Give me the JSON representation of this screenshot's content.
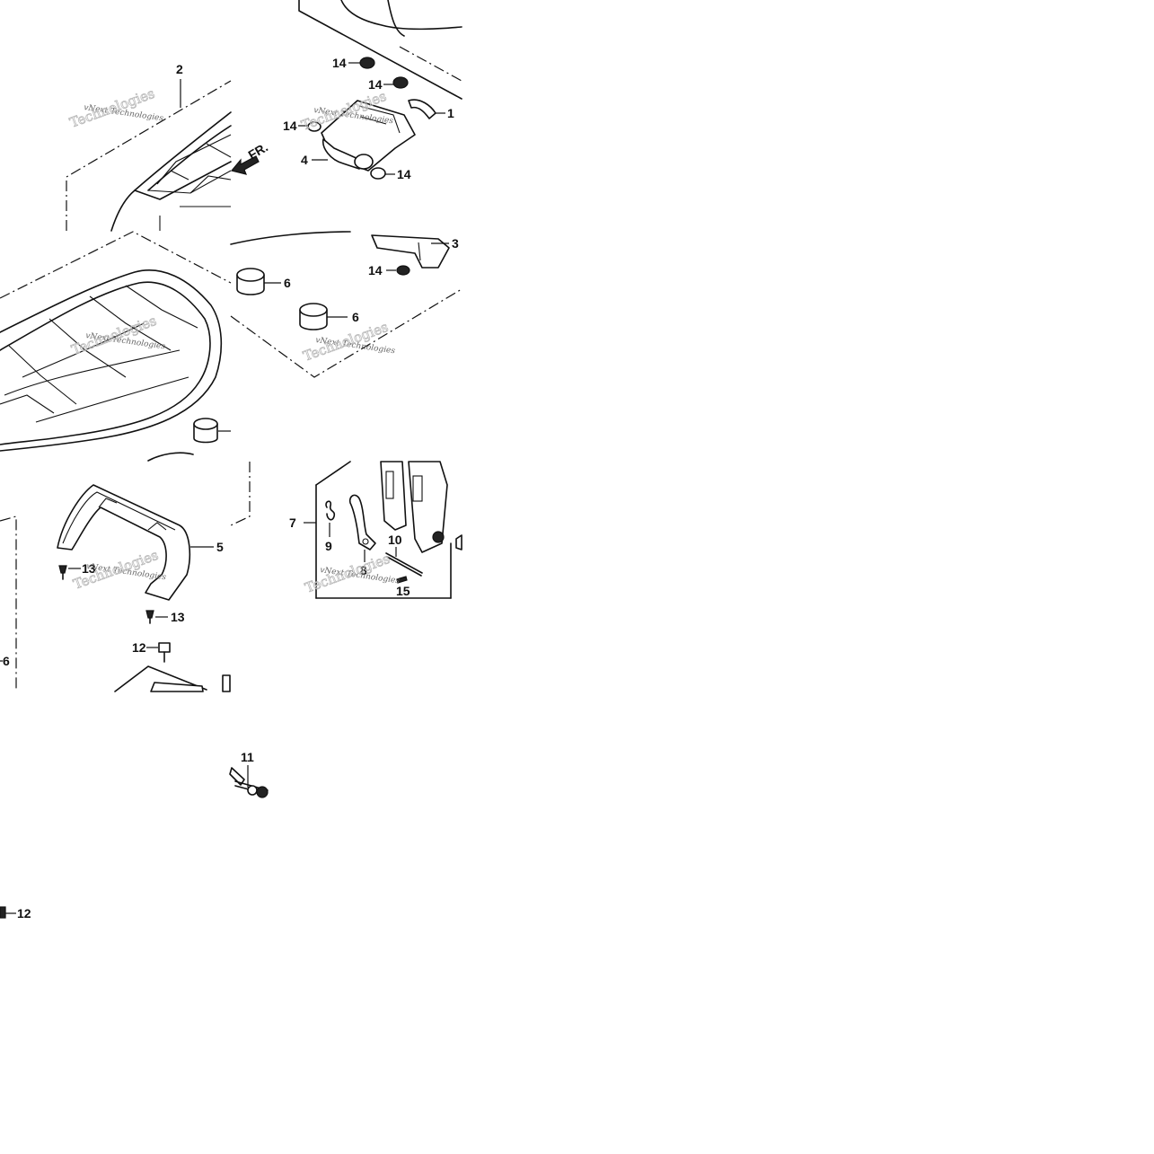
{
  "diagram": {
    "callouts": [
      {
        "id": "c-2",
        "text": "2"
      },
      {
        "id": "c-1",
        "text": "1"
      },
      {
        "id": "c-4",
        "text": "4"
      },
      {
        "id": "c-3",
        "text": "3"
      },
      {
        "id": "c-5",
        "text": "5"
      },
      {
        "id": "c-7",
        "text": "7"
      },
      {
        "id": "c-8",
        "text": "8"
      },
      {
        "id": "c-9",
        "text": "9"
      },
      {
        "id": "c-10",
        "text": "10"
      },
      {
        "id": "c-11",
        "text": "11"
      },
      {
        "id": "c-15",
        "text": "15"
      },
      {
        "id": "c-12a",
        "text": "12"
      },
      {
        "id": "c-12b",
        "text": "12"
      },
      {
        "id": "c-14a",
        "text": "14"
      },
      {
        "id": "c-14b",
        "text": "14"
      },
      {
        "id": "c-14c",
        "text": "14"
      },
      {
        "id": "c-14d",
        "text": "14"
      },
      {
        "id": "c-14e",
        "text": "14"
      },
      {
        "id": "c-6a",
        "text": "6"
      },
      {
        "id": "c-6b",
        "text": "6"
      },
      {
        "id": "c-6c",
        "text": "6"
      },
      {
        "id": "c-13a",
        "text": "13"
      },
      {
        "id": "c-13b",
        "text": "13"
      }
    ],
    "front_arrow": "FR.",
    "watermark": "vNext Technologies",
    "watermark_overlay": "Technologies"
  }
}
